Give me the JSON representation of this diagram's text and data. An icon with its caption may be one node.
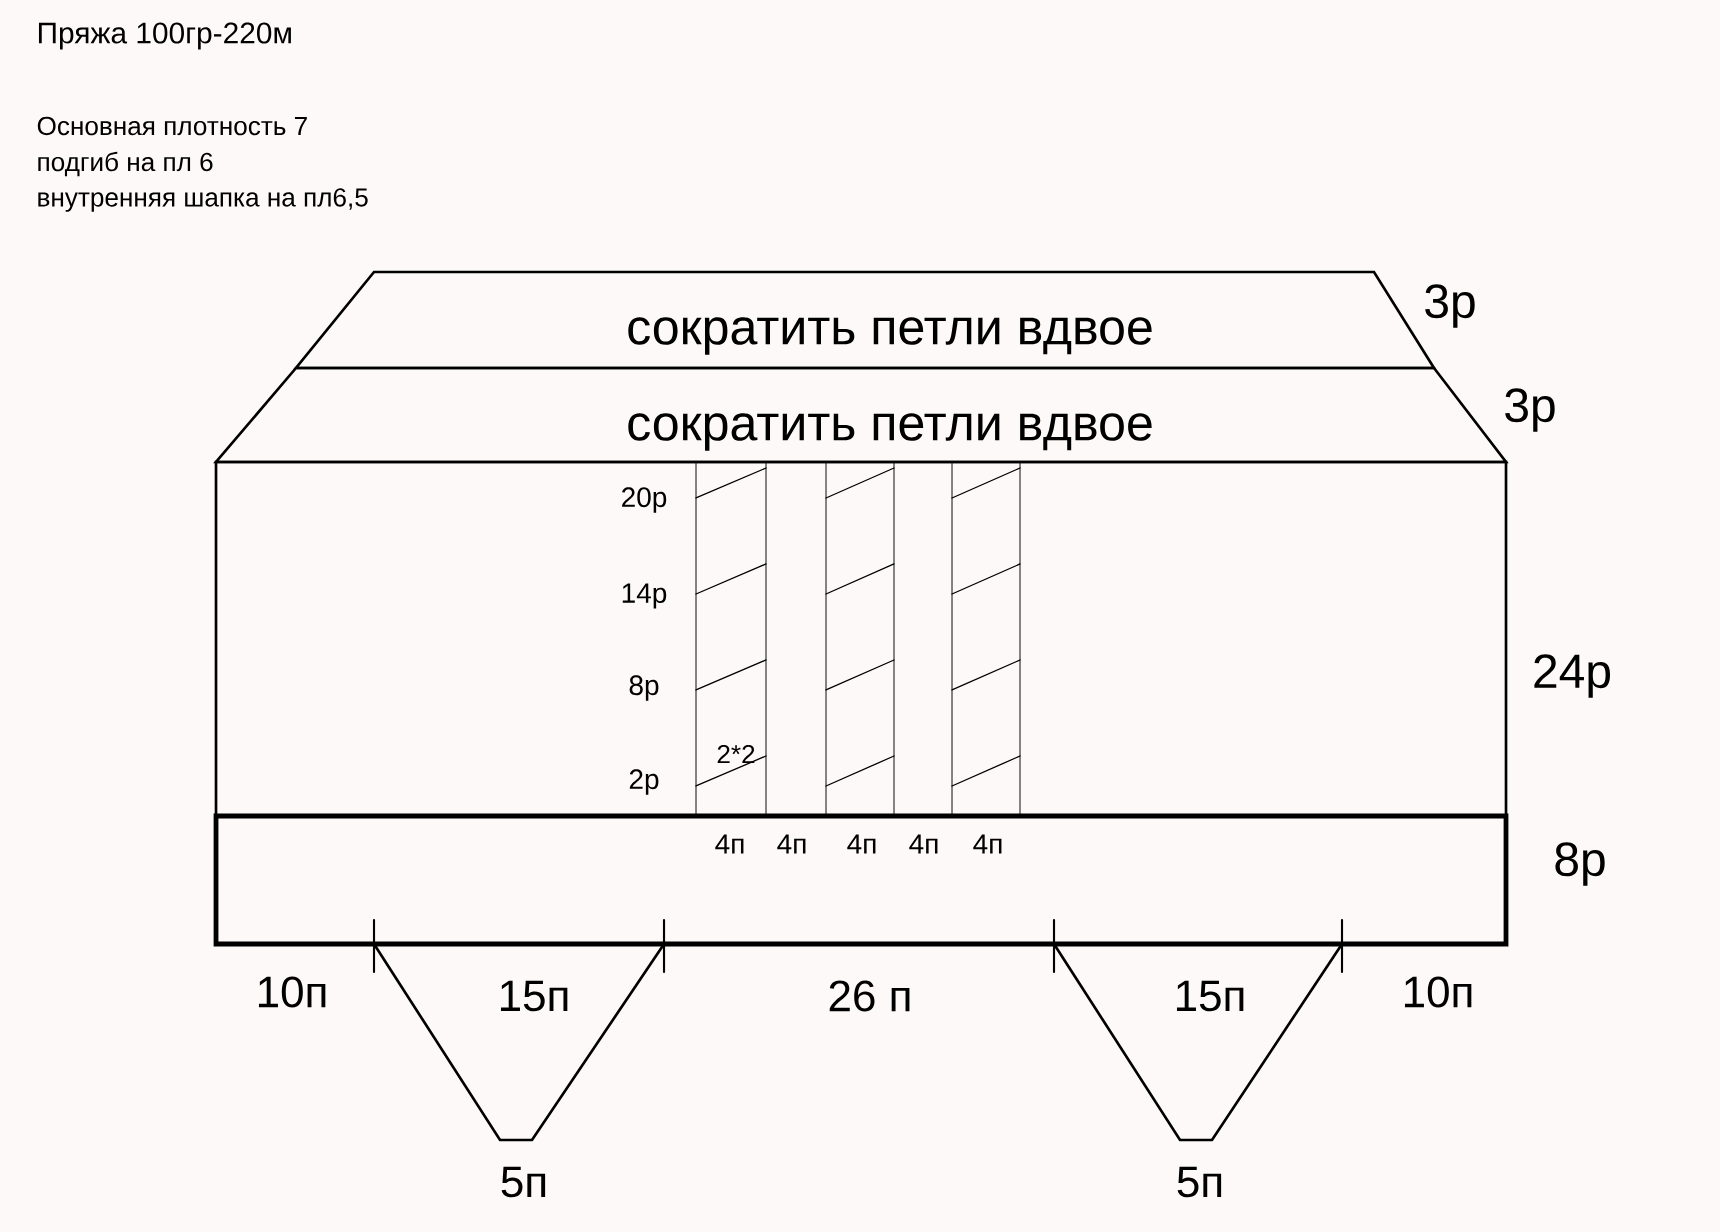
{
  "diagram": {
    "title": "Пряжа 100гр-220м",
    "nodes": [
      {
        "text": [
          "сократить петли вдвое"
        ],
        "beside": [
          "3р"
        ]
      },
      {
        "text": [
          "сократить петли вдвое"
        ],
        "beside": [
          "3р"
        ]
      },
      {
        "text": [],
        "shape": "box",
        "beside": [
          "24р"
        ]
      },
      {
        "text": [],
        "shape": "box",
        "beside": [
          "8р"
        ]
      }
    ],
    "edges": [],
    "labels": [
      "Основная плотность 7",
      "подгиб на пл 6",
      "внутренняя шапка на пл6,5",
      "20р",
      "14р",
      "8р",
      "2*2",
      "2р",
      "4п",
      "4п",
      "4п",
      "4п",
      "4п",
      "10п",
      "15п",
      "26 п",
      "15п",
      "10п",
      "5п",
      "5п"
    ]
  }
}
